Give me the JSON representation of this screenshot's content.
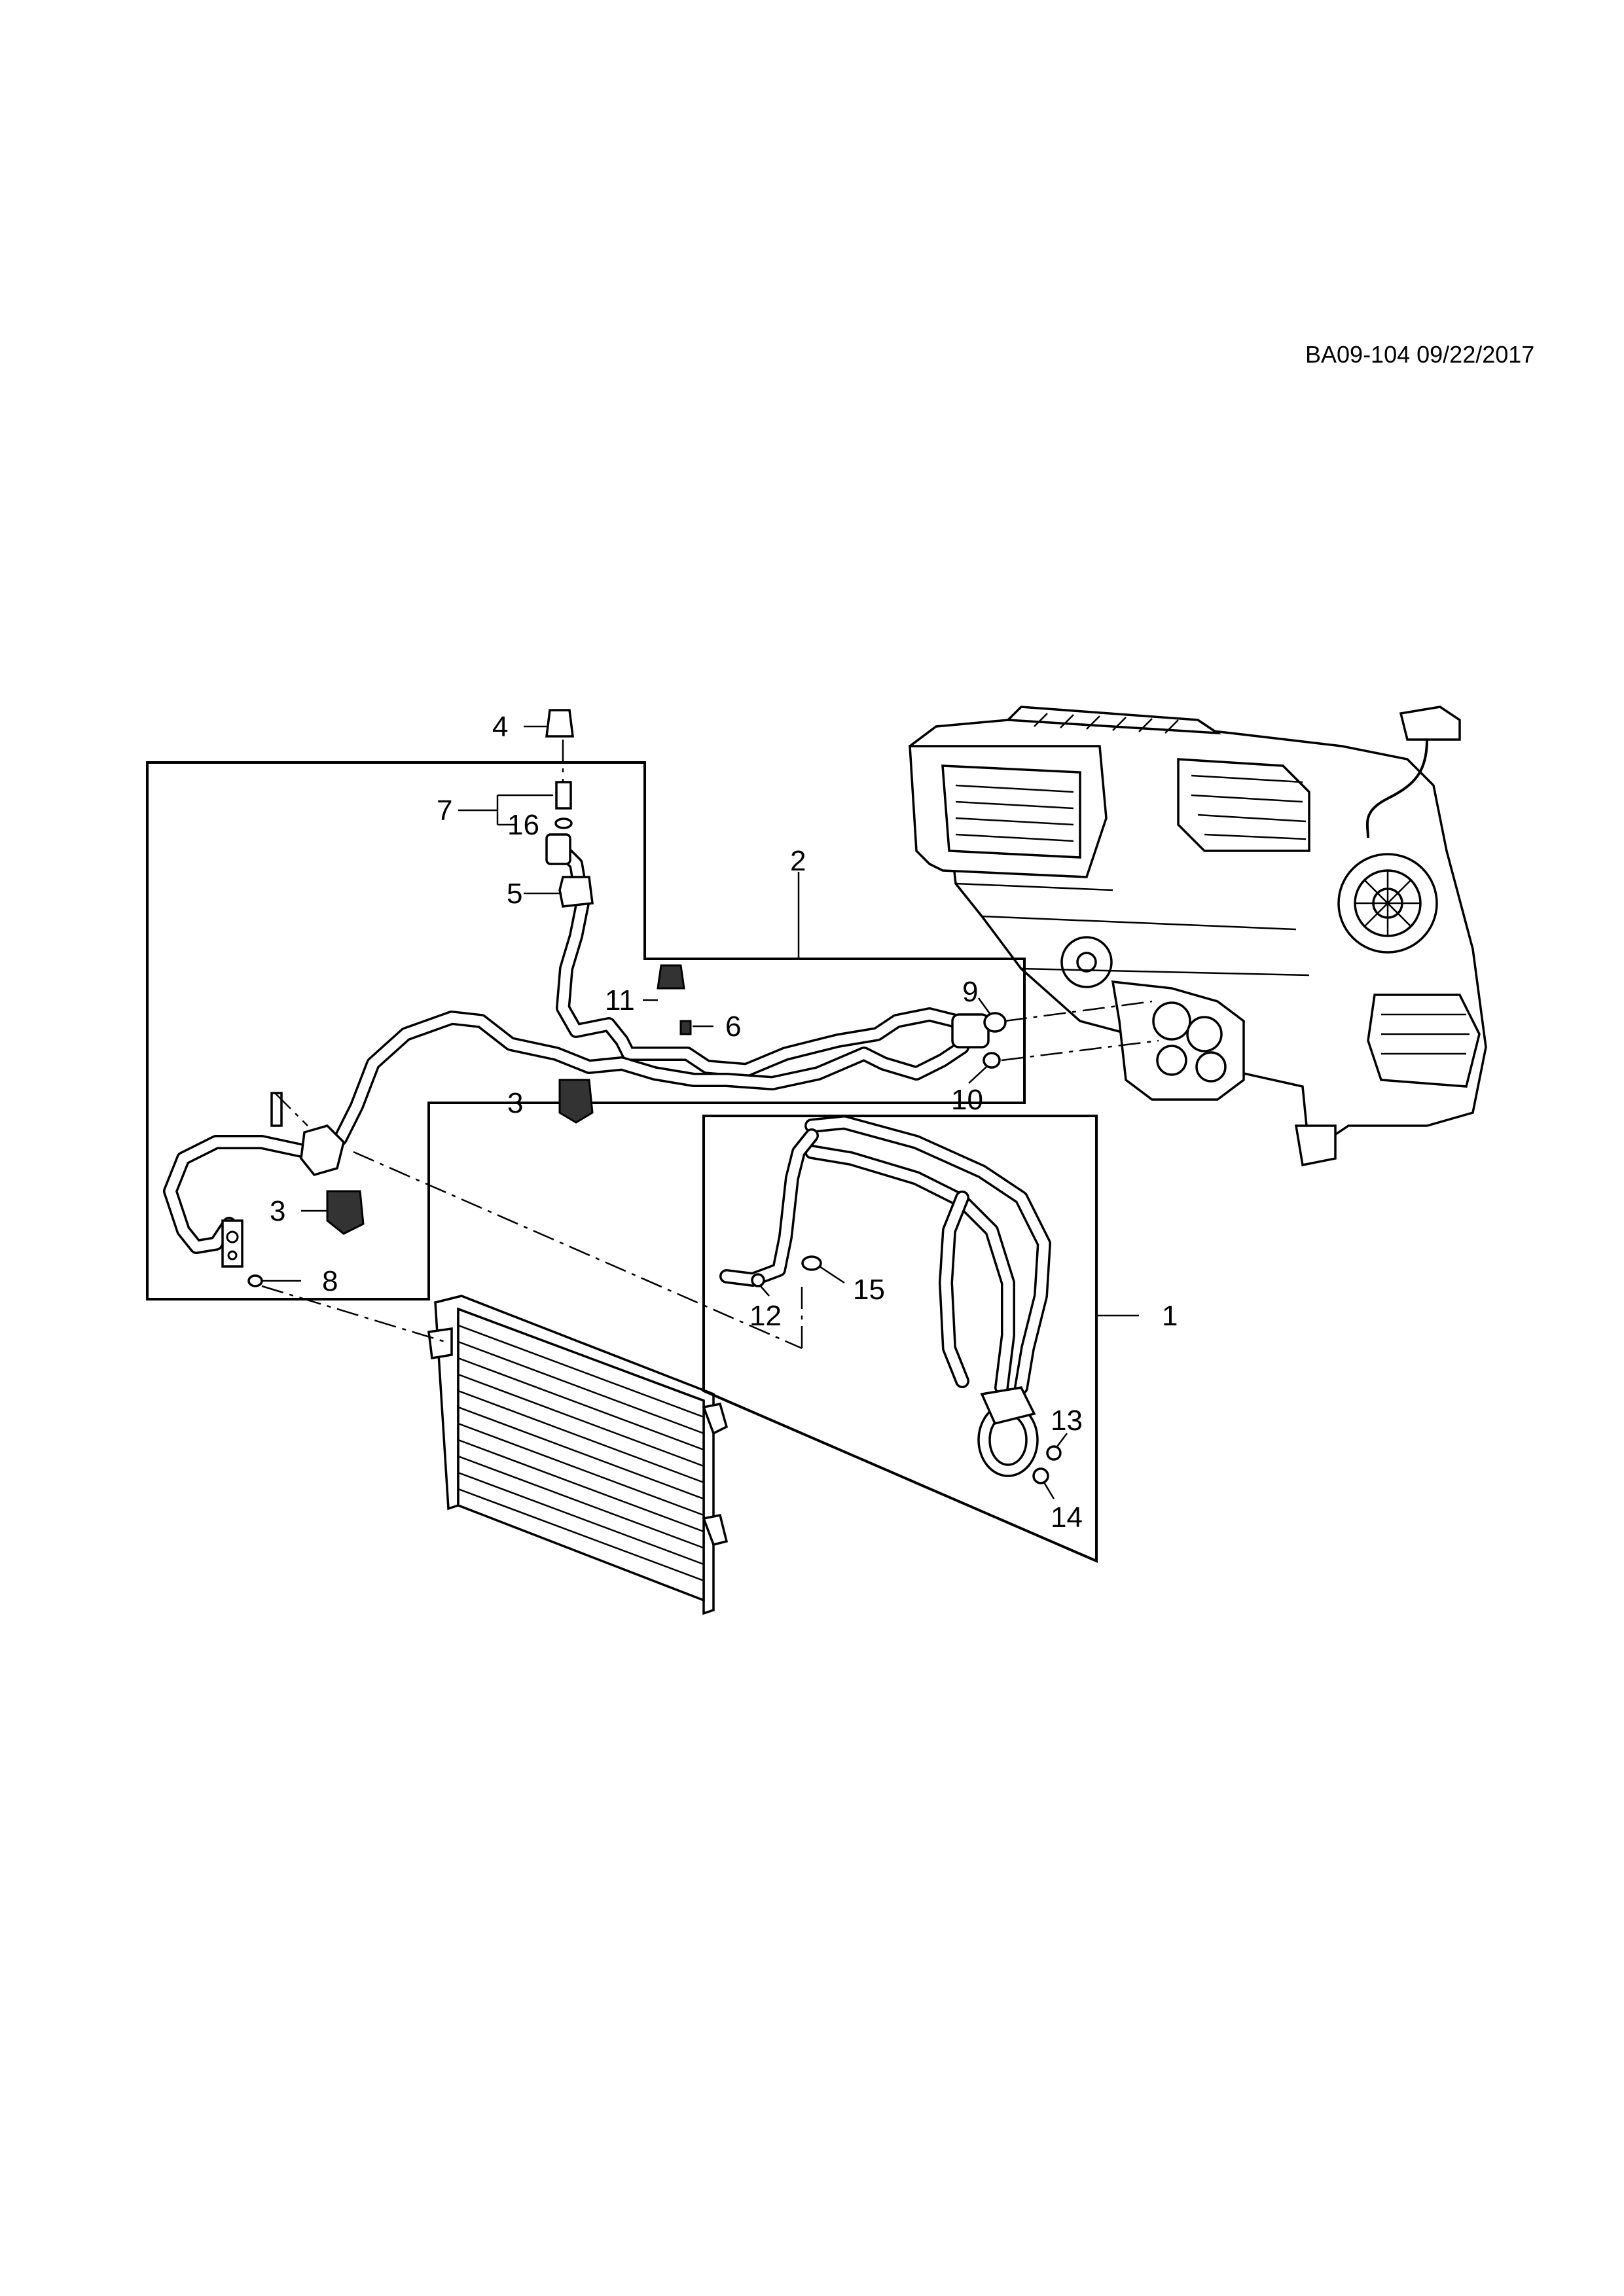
{
  "document_ref": "BA09-104 09/22/2017",
  "callouts": {
    "c1": "1",
    "c2": "2",
    "c3a": "3",
    "c3b": "3",
    "c4": "4",
    "c5": "5",
    "c6": "6",
    "c7": "7",
    "c8": "8",
    "c9": "9",
    "c10": "10",
    "c11": "11",
    "c12": "12",
    "c13": "13",
    "c14": "14",
    "c15": "15",
    "c16": "16"
  }
}
